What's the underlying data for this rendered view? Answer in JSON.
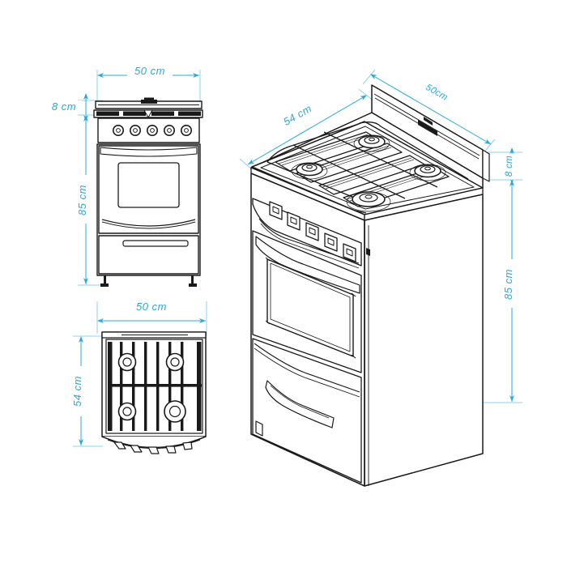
{
  "document": {
    "type": "technical-dimension-drawing",
    "subject": "gas range / cooker",
    "background_color": "#ffffff",
    "line_color": "#1a1a1a",
    "dimension_color": "#29a8dd"
  },
  "views": {
    "front": {
      "name": "front-elevation-view",
      "dimensions": {
        "width": "50  cm",
        "backguard_height": "8  cm",
        "total_height": "85  cm"
      },
      "features": {
        "knob_count": 5,
        "burner_count": 4,
        "has_oven_window": true,
        "has_storage_drawer": true,
        "leg_count": 2
      }
    },
    "top": {
      "name": "top-plan-view",
      "dimensions": {
        "width": "50  cm",
        "depth": "54  cm"
      },
      "features": {
        "burner_count": 4,
        "grate_layout": "2x2"
      }
    },
    "isometric": {
      "name": "isometric-3d-view",
      "dimensions": {
        "depth": "54 cm",
        "width": "50cm",
        "backguard_height": "8 cm",
        "total_height": "85 cm"
      },
      "features": {
        "knob_count": 5,
        "burner_count": 4,
        "has_oven_door_handle": true,
        "has_storage_drawer": true
      }
    }
  }
}
